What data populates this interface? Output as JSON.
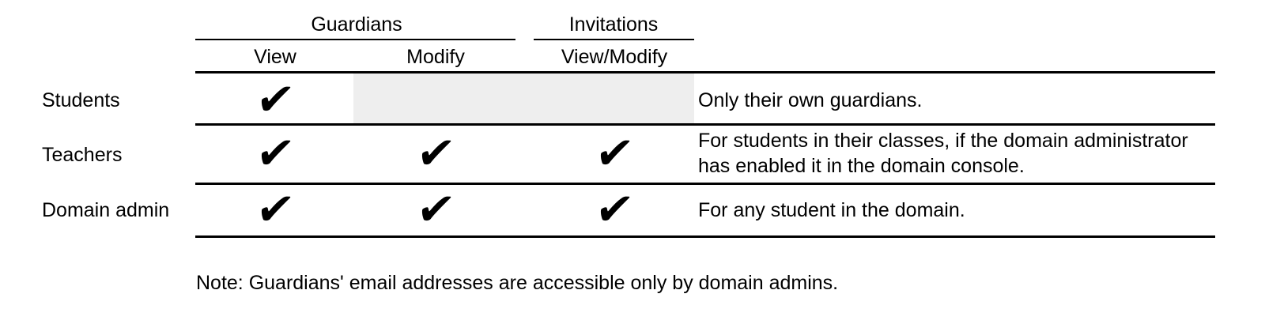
{
  "table": {
    "group_headers": [
      {
        "label": "Guardians"
      },
      {
        "label": "Invitations"
      }
    ],
    "sub_headers": [
      "View",
      "Modify",
      "View/Modify"
    ],
    "checkmark": "✔",
    "rows": [
      {
        "label": "Students",
        "permissions": {
          "view": true,
          "modify": false,
          "view_modify": false
        },
        "note": "Only their own guardians."
      },
      {
        "label": "Teachers",
        "permissions": {
          "view": true,
          "modify": true,
          "view_modify": true
        },
        "note": "For students in their classes, if the domain administrator has enabled it in the domain console."
      },
      {
        "label": "Domain admin",
        "permissions": {
          "view": true,
          "modify": true,
          "view_modify": true
        },
        "note": "For any student in the domain."
      }
    ]
  },
  "footnote": "Note: Guardians' email addresses are accessible only by domain admins.",
  "colors": {
    "text": "#000000",
    "rule": "#000000",
    "disabled_cell": "#eeeeee",
    "background": "#ffffff"
  }
}
